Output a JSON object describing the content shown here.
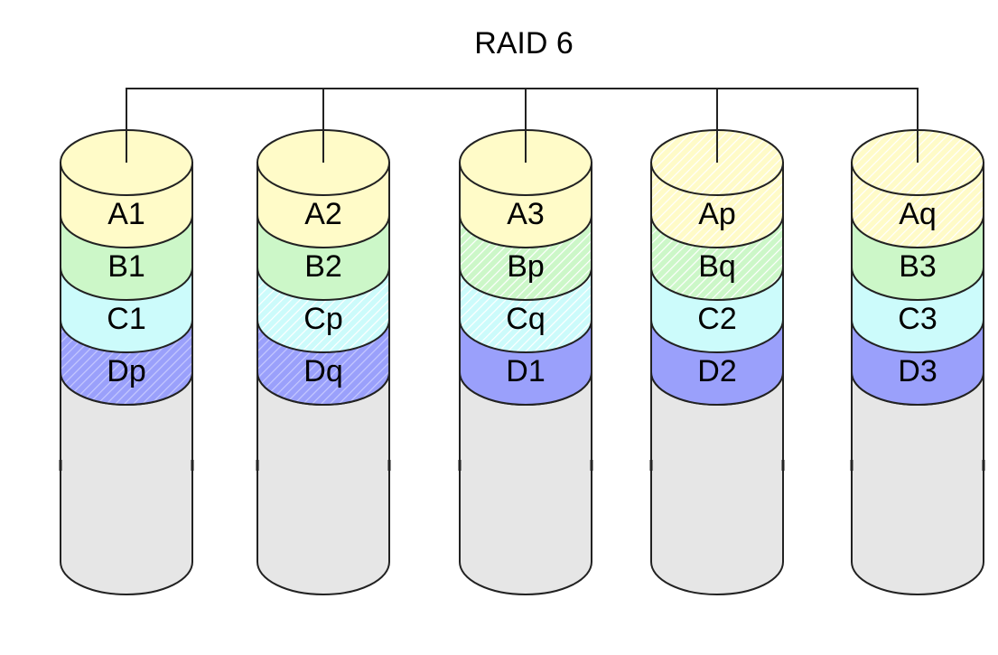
{
  "title": "RAID 6",
  "colors": {
    "A": "#fffbc8",
    "B": "#ccf7c8",
    "C": "#ccfbfb",
    "D": "#9aa0fb",
    "empty": "#e6e6e6",
    "hatch": "#ffffff",
    "outline": "#222222"
  },
  "disks": [
    {
      "segments": [
        {
          "label": "A1",
          "block": "A",
          "parity": false
        },
        {
          "label": "B1",
          "block": "B",
          "parity": false
        },
        {
          "label": "C1",
          "block": "C",
          "parity": false
        },
        {
          "label": "Dp",
          "block": "D",
          "parity": true
        }
      ]
    },
    {
      "segments": [
        {
          "label": "A2",
          "block": "A",
          "parity": false
        },
        {
          "label": "B2",
          "block": "B",
          "parity": false
        },
        {
          "label": "Cp",
          "block": "C",
          "parity": true
        },
        {
          "label": "Dq",
          "block": "D",
          "parity": true
        }
      ]
    },
    {
      "segments": [
        {
          "label": "A3",
          "block": "A",
          "parity": false
        },
        {
          "label": "Bp",
          "block": "B",
          "parity": true
        },
        {
          "label": "Cq",
          "block": "C",
          "parity": true
        },
        {
          "label": "D1",
          "block": "D",
          "parity": false
        }
      ]
    },
    {
      "segments": [
        {
          "label": "Ap",
          "block": "A",
          "parity": true
        },
        {
          "label": "Bq",
          "block": "B",
          "parity": true
        },
        {
          "label": "C2",
          "block": "C",
          "parity": false
        },
        {
          "label": "D2",
          "block": "D",
          "parity": false
        }
      ]
    },
    {
      "segments": [
        {
          "label": "Aq",
          "block": "A",
          "parity": true
        },
        {
          "label": "B3",
          "block": "B",
          "parity": false
        },
        {
          "label": "C3",
          "block": "C",
          "parity": false
        },
        {
          "label": "D3",
          "block": "D",
          "parity": false
        }
      ]
    }
  ]
}
